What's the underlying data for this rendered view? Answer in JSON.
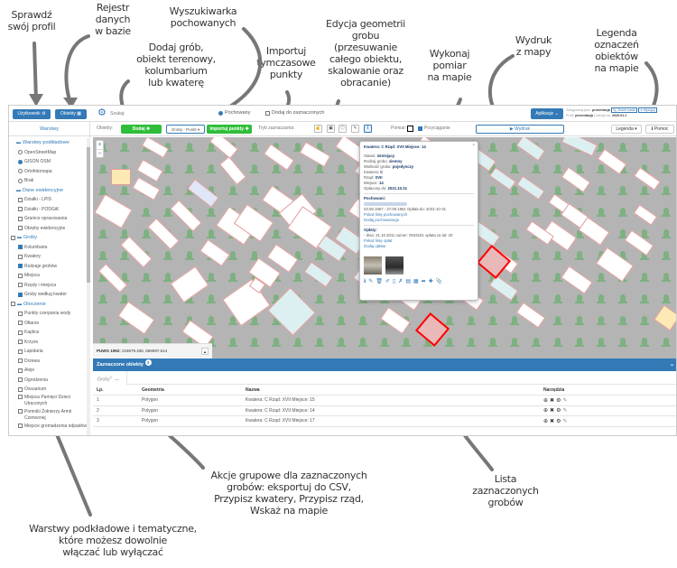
{
  "annotations": {
    "profile": "Sprawdź\nswój profil",
    "registry": "Rejestr\ndanych\nw bazie",
    "search": "Wyszukiwarka\npochowanych",
    "add": "Dodaj grób,\nobiekt terenowy,\nkolumbarium\nlub kwaterę",
    "import": "Importuj\ntymczasowe\npunkty",
    "geometry": "Edycja geometrii\ngrobu\n(przesuwanie\ncałego obiektu,\nskalowanie oraz\nobracanie)",
    "measure": "Wykonaj\npomiar\nna mapie",
    "print": "Wydruk\nz mapy",
    "legend": "Legenda\noznaczeń\nobiektów\nna mapie",
    "group_actions": "Akcje grupowe dla zaznaczonych\ngrobów: eksportuj do CSV,\nPrzypisz kwatery, Przypisz rząd,\nWskaż na mapie",
    "selected_list": "Lista\nzaznaczonych\ngrobów",
    "layers": "Warstwy podkładowe i tematyczne,\nktóre możesz dowolnie\nwłączać lub wyłączać"
  },
  "topbar": {
    "user_button": "Użytkownik ⚙",
    "objects_button": "Obiekty ▦",
    "search_placeholder": "Szukaj:",
    "radio_buried": "Pochowany",
    "checkbox_add_selected": "Dodaj do zaznaczonych",
    "apps_button": "Aplikacje ⌄",
    "logged_as_label": "Zalogowany jako:",
    "logged_as_user": "prezentacja",
    "change_pass": "🔍 Zmień hasło",
    "logout": "➜ Wyloguj",
    "profile_label": "Profil:",
    "profile_value": "prezentacja",
    "license_label": "Licencja do:",
    "license_value": "2020.01.1"
  },
  "toolbar": {
    "objects_label": "Obiekty:",
    "add_button": "Dodaj ✚",
    "layer_select": "Groby - Punkt ▾",
    "import_button": "Importuj punkty ✚",
    "selection_mode_label": "Tryb zaznaczania:",
    "measure_label": "Pomiar:",
    "snapping_label": "Przyciąganie",
    "print_button": "▶ Wydruk",
    "legend_button": "Legenda ▾",
    "help_button": "ℹ Pomoc"
  },
  "sidebar": {
    "title": "Warstwy",
    "groups": [
      {
        "label": "Warstwy podkładowe",
        "type": "radio",
        "items": [
          {
            "label": "OpenStreetMap",
            "checked": false
          },
          {
            "label": "GISON OSM",
            "checked": true
          },
          {
            "label": "Ortofotomapa",
            "checked": false
          },
          {
            "label": "Brak",
            "checked": false
          }
        ]
      },
      {
        "label": "Dane ewidencyjne",
        "type": "checkbox",
        "items": [
          {
            "label": "Działki - LPIS",
            "checked": false
          },
          {
            "label": "Działki - PODGiK",
            "checked": false
          },
          {
            "label": "Granice opracowania",
            "checked": false
          },
          {
            "label": "Obręby ewidencyjne",
            "checked": false
          }
        ]
      },
      {
        "label": "Groby",
        "type": "checkbox",
        "items": [
          {
            "label": "Kolumbaria",
            "checked": true
          },
          {
            "label": "Kwatery",
            "checked": false
          },
          {
            "label": "Rodzaje grobów",
            "checked": true
          },
          {
            "label": "Miejsca",
            "checked": false
          },
          {
            "label": "Rzędy i miejsca",
            "checked": false
          },
          {
            "label": "Groby według kwater",
            "checked": true
          }
        ]
      },
      {
        "label": "Otoczenie",
        "type": "checkbox",
        "items": [
          {
            "label": "Punkty czerpania wody",
            "checked": false
          },
          {
            "label": "Ołtarze",
            "checked": false
          },
          {
            "label": "Kaplice",
            "checked": false
          },
          {
            "label": "Krzyże",
            "checked": false
          },
          {
            "label": "Lapidaria",
            "checked": false
          },
          {
            "label": "Drzewa",
            "checked": false
          },
          {
            "label": "Aleje",
            "checked": false
          },
          {
            "label": "Ogrodzenia",
            "checked": false
          },
          {
            "label": "Ossuarium",
            "checked": false
          },
          {
            "label": "Miejsca Pamięci Dzieci Utraconych",
            "checked": false
          },
          {
            "label": "Pomniki Żołnierzy Armii Czerwonej",
            "checked": false
          },
          {
            "label": "Miejsce gromadzenia odpadów",
            "checked": false
          }
        ]
      }
    ]
  },
  "map": {
    "zoom_in": "+",
    "zoom_out": "−",
    "coords_label": "PUWG 1992:",
    "coords_value": "218679.336, 669597.614"
  },
  "popup": {
    "title": "Kwatera: C Rząd: XVII Miejsce: 14",
    "fields": [
      {
        "label": "Status:",
        "value": "istniejący"
      },
      {
        "label": "Rodzaj grobu:",
        "value": "ziemny"
      },
      {
        "label": "Wielkość grobu:",
        "value": "pojedynczy"
      },
      {
        "label": "Kwatera:",
        "value": "C"
      },
      {
        "label": "Rząd:",
        "value": "XVII"
      },
      {
        "label": "Miejsce:",
        "value": "14"
      },
      {
        "label": "Opłacony do:",
        "value": "2031.10.31"
      }
    ],
    "buried_heading": "Pochowani:",
    "buried_dates": "03.08.1967 - 27.08.1981 Opłata do: 2031-10-31",
    "show_buried": "Pokaż listę pochowanych",
    "add_buried": "Dodaj pochowanego",
    "fees_heading": "Opłaty:",
    "fee_line": "- dnia: 31.10.2011 numer: 0043181 opłata za lat: 20",
    "show_fees": "Pokaż listę opłat",
    "add_fee": "Dodaj opłatę"
  },
  "selected": {
    "title": "Zaznaczone obiekty",
    "count": "3",
    "tab_label": "Groby",
    "tab_count": "3",
    "columns": [
      "Lp.",
      "Geometria",
      "Nazwa",
      "Narzędzia"
    ],
    "rows": [
      {
        "lp": "1",
        "geometry": "Polygon",
        "name": "Kwatera: C Rząd: XVII Miejsce: 15"
      },
      {
        "lp": "2",
        "geometry": "Polygon",
        "name": "Kwatera: C Rząd: XVII Miejsce: 14"
      },
      {
        "lp": "3",
        "geometry": "Polygon",
        "name": "Kwatera: C Rząd: XVII Miejsce: 17"
      }
    ]
  },
  "colors": {
    "primary": "#337ab7",
    "green": "#2fbe3a",
    "map_bg": "#b4b4b4",
    "highlight": "#ff0000"
  }
}
